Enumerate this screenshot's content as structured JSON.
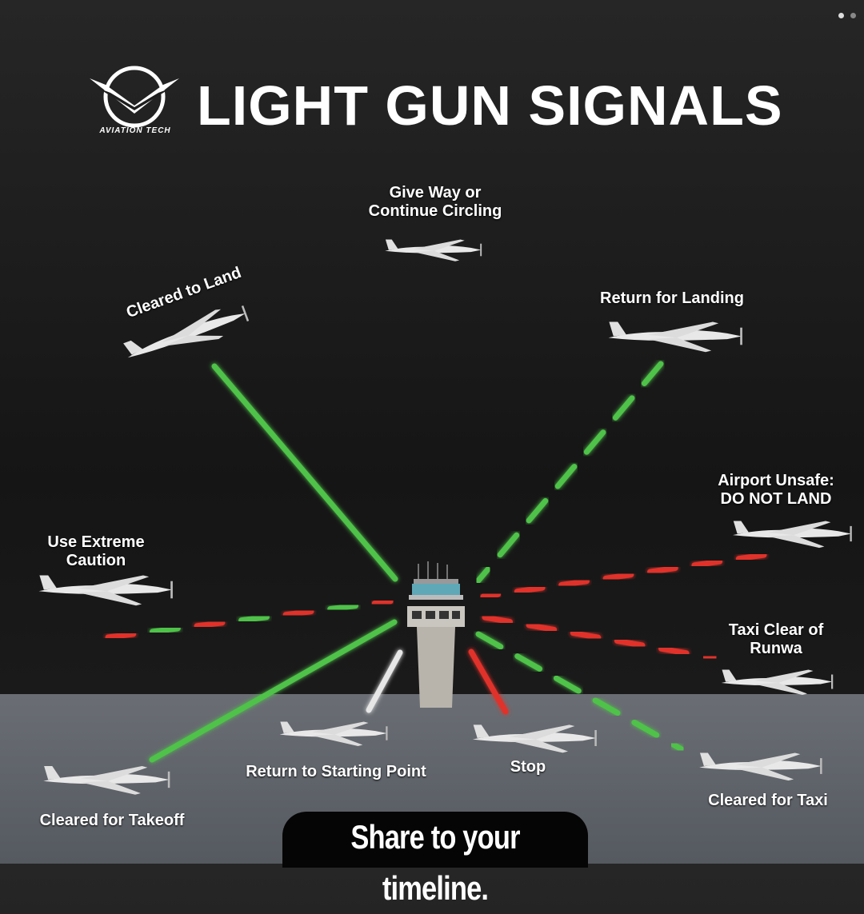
{
  "header": {
    "title": "LIGHT GUN SIGNALS",
    "logo_text": "AVIATION TECH"
  },
  "colors": {
    "green": "#4fc24a",
    "red": "#e0302a",
    "white": "#e6e6e6",
    "ground": "#5d6168"
  },
  "signals": [
    {
      "label": "Cleared to Land",
      "colors": [
        "green"
      ],
      "dashed": false
    },
    {
      "label": "Give Way or Continue Circling",
      "line1": "Give Way or",
      "line2": "Continue Circling",
      "colors": [
        "red"
      ],
      "dashed": false
    },
    {
      "label": "Return for Landing",
      "colors": [
        "green"
      ],
      "dashed": true
    },
    {
      "label": "Airport Unsafe: DO NOT LAND",
      "line1": "Airport Unsafe:",
      "line2": "DO NOT LAND",
      "colors": [
        "red"
      ],
      "dashed": true
    },
    {
      "label": "Use Extreme Caution",
      "line1": "Use Extreme",
      "line2": "Caution",
      "colors": [
        "red",
        "green"
      ],
      "dashed": true
    },
    {
      "label": "Taxi Clear of Runwa",
      "line1": "Taxi Clear of",
      "line2": "Runwa",
      "colors": [
        "red"
      ],
      "dashed": true
    },
    {
      "label": "Cleared for Taxi",
      "colors": [
        "green"
      ],
      "dashed": true
    },
    {
      "label": "Stop",
      "colors": [
        "red"
      ],
      "dashed": false
    },
    {
      "label": "Return to Starting Point",
      "colors": [
        "white"
      ],
      "dashed": false
    },
    {
      "label": "Cleared for Takeoff",
      "colors": [
        "green"
      ],
      "dashed": false
    }
  ],
  "footer": {
    "share_text": "Share to your timeline."
  }
}
